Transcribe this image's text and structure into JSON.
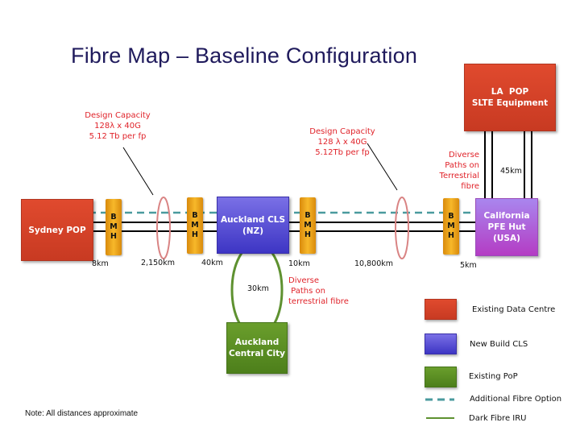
{
  "title": "Fibre Map – Baseline Configuration",
  "nodes": {
    "sydney": "Sydney POP",
    "auckland_cls": [
      "Auckland CLS",
      "(NZ)"
    ],
    "california": [
      "California",
      "PFE Hut",
      "(USA)"
    ],
    "la_pop": [
      "LA  POP",
      "SLTE Equipment"
    ],
    "auckland_city": [
      "Auckland",
      "Central City"
    ]
  },
  "bmh_letters": [
    "B",
    "M",
    "H"
  ],
  "distances": {
    "sydney_bmh": "8km",
    "tasman": "2,150km",
    "bmh_auckland": "40km",
    "auckland_bmh": "10km",
    "pacific": "10,800km",
    "bmh_california": "5km",
    "california_la": "45km",
    "auckland_city": "30km"
  },
  "annotations": {
    "capacity_left": [
      "Design Capacity",
      "128λ x 40G",
      "5.12 Tb per fp"
    ],
    "capacity_right": [
      "Design Capacity",
      "128 λ x 40G",
      "5.12Tb per fp"
    ],
    "diverse_us": [
      "Diverse",
      "Paths on",
      "Terrestrial",
      "fibre"
    ],
    "diverse_nz": [
      "Diverse",
      " Paths on",
      "terrestrial fibre"
    ]
  },
  "legend": [
    {
      "label": "Existing Data Centre",
      "color": "#d2412a"
    },
    {
      "label": "New Build CLS",
      "color": "#6a62e0"
    },
    {
      "label": "Existing PoP",
      "color": "#5a8f24"
    },
    {
      "label": "Additional Fibre Option",
      "color": "#4a9a9e"
    },
    {
      "label": "Dark Fibre IRU",
      "color": "#5e9130"
    }
  ],
  "note": "Note: All distances approximate"
}
